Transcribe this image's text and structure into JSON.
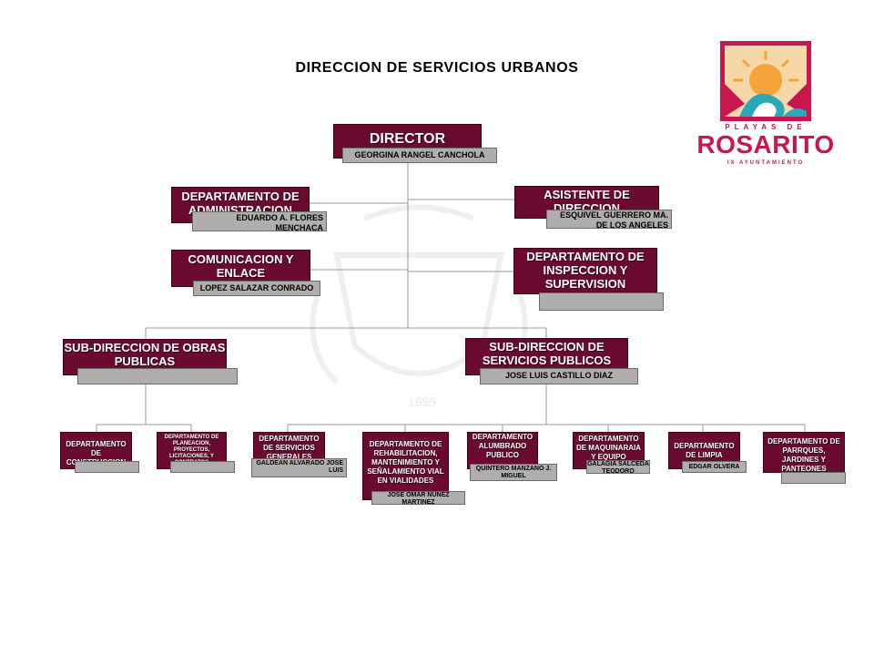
{
  "title": "DIRECCION DE SERVICIOS URBANOS",
  "logo": {
    "top_text": "PLAYAS DE",
    "main_text": "ROSARITO",
    "bottom_text": "IX AYUNTAMIENTO"
  },
  "watermark_year": "1995",
  "colors": {
    "box": "#6b0a30",
    "name_box": "#b0adad",
    "line": "#9a9a9a",
    "logo_red": "#c8164f",
    "logo_teal": "#2aa8b8",
    "logo_orange": "#f4a43a"
  },
  "director": {
    "title": "DIRECTOR",
    "name": "GEORGINA RANGEL CANCHOLA"
  },
  "admin": {
    "title": "DEPARTAMENTO DE ADMINISTRACION",
    "name": "EDUARDO A. FLORES MENCHACA"
  },
  "assistant": {
    "title": "ASISTENTE DE DIRECCION",
    "name": "ESQUIVEL GUERRERO MA. DE LOS ANGELES"
  },
  "communication": {
    "title": "COMUNICACION Y ENLACE",
    "name": "LOPEZ SALAZAR CONRADO"
  },
  "inspection": {
    "title": "DEPARTAMENTO DE INSPECCION Y SUPERVISION",
    "name": ""
  },
  "sub_obras": {
    "title": "SUB-DIRECCION DE OBRAS PUBLICAS",
    "name": ""
  },
  "sub_servicios": {
    "title": "SUB-DIRECCION DE SERVICIOS PUBLICOS",
    "name": "JOSE LUIS CASTILLO DIAZ"
  },
  "departments": {
    "construccion": {
      "title": "DEPARTAMENTO DE CONSTRUCCION",
      "name": ""
    },
    "planeacion": {
      "title": "DEPARTAMENTO DE PLANEACION, PROYECTOS, LICITACIONES, Y CONTRATOS",
      "name": ""
    },
    "generales": {
      "title": "DEPARTAMENTO DE SERVICIOS GENERALES",
      "name": "GALDEAN ALVARADO JOSE LUIS"
    },
    "rehabilitacion": {
      "title": "DEPARTAMENTO DE REHABILITACION, MANTENIMIENTO Y SEÑALAMIENTO VIAL EN VIALIDADES",
      "name": "JOSE OMAR NUÑEZ MARTINEZ"
    },
    "alumbrado": {
      "title": "DEPARTAMENTO ALUMBRADO PUBLICO",
      "name": "QUINTERO MANZANO J. MIGUEL"
    },
    "maquinaria": {
      "title": "DEPARTAMENTO DE MAQUINARAIA Y EQUIPO",
      "name": "GALAGIA SALCEDA TEODORO"
    },
    "limpia": {
      "title": "DEPARTAMENTO DE LIMPIA",
      "name": "EDGAR OLVERA"
    },
    "parques": {
      "title": "DEPARTAMENTO DE PARRQUES, JARDINES Y PANTEONES",
      "name": ""
    }
  }
}
